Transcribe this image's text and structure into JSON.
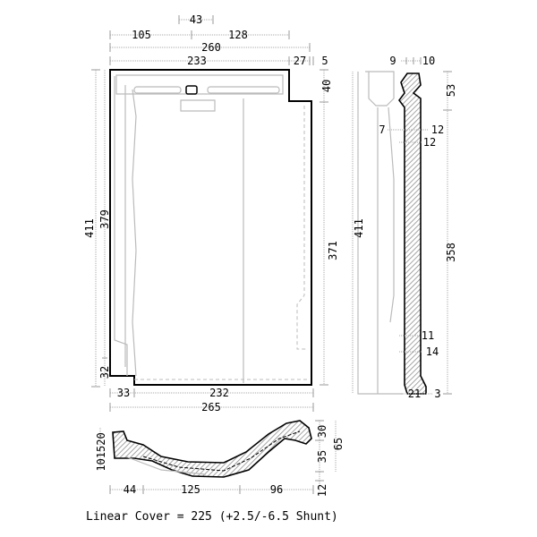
{
  "title": "Roof tile technical drawing",
  "front_view": {
    "top": {
      "d43": "43",
      "d105": "105",
      "d128": "128",
      "d260": "260",
      "d233": "233",
      "d27": "27",
      "d5": "5"
    },
    "right": {
      "d40": "40",
      "d371": "371"
    },
    "left": {
      "d411": "411",
      "d379": "379",
      "d32": "32"
    },
    "bottom": {
      "d33": "33",
      "d232": "232",
      "d265": "265"
    }
  },
  "side_view": {
    "d9": "9",
    "d10": "10",
    "d53": "53",
    "d7": "7",
    "d12a": "12",
    "d12b": "12",
    "d411": "411",
    "d358": "358",
    "d11": "11",
    "d14": "14",
    "d21": "21",
    "d3": "3"
  },
  "cross_section": {
    "left_stack": "101520",
    "d30": "30",
    "d65": "65",
    "d35": "35",
    "d12": "12",
    "d44": "44",
    "d125": "125",
    "d96": "96"
  },
  "caption": "Linear Cover = 225 (+2.5/-6.5 Shunt)"
}
